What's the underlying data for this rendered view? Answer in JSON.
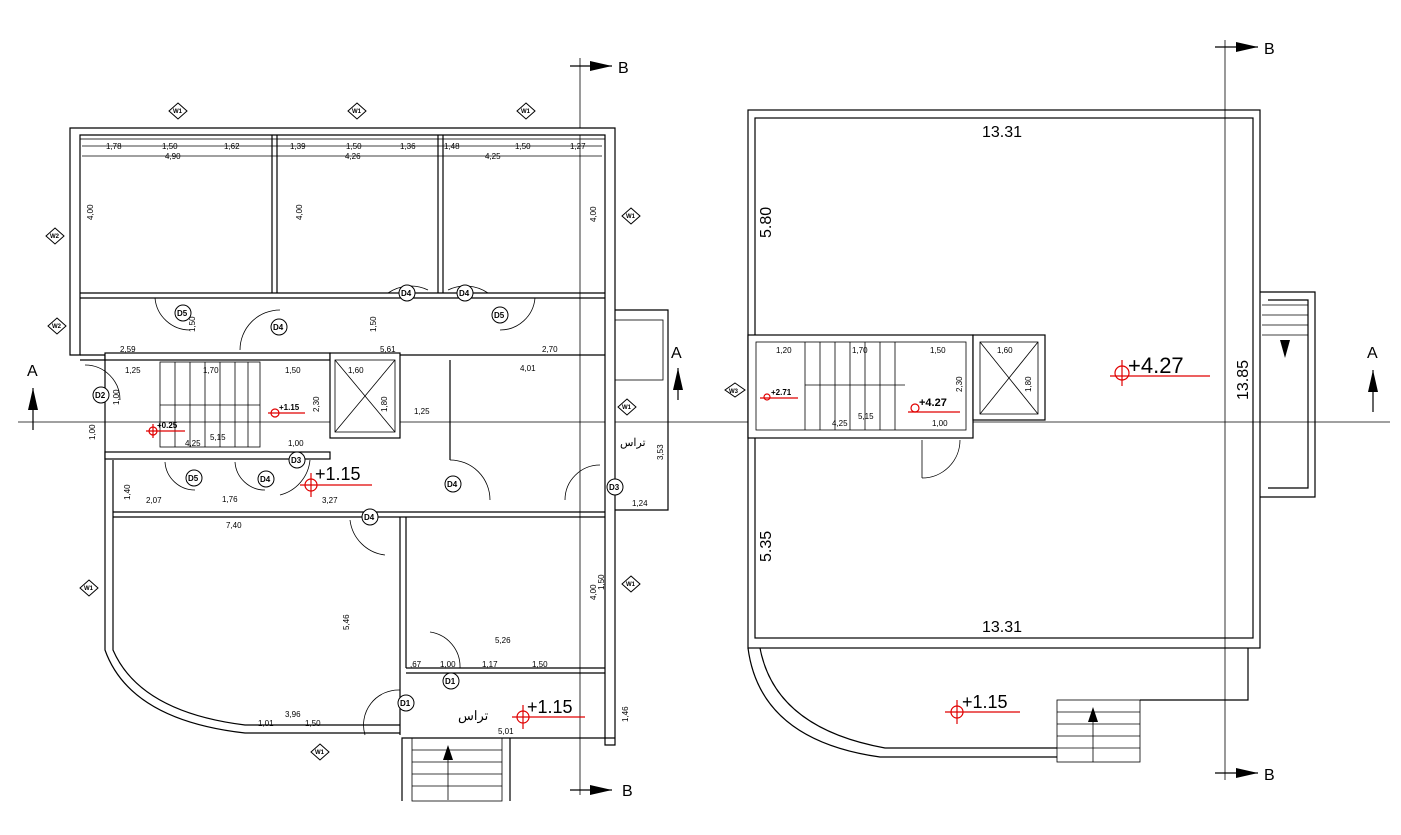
{
  "section_labels": {
    "a": "A",
    "b": "B"
  },
  "ground_floor": {
    "dims_top": [
      "1,78",
      "1,50",
      "1,62",
      "1,39",
      "1,50",
      "1,36",
      "1,48",
      "1,50",
      "1,27"
    ],
    "dims_rooms": [
      "4,90",
      "4,26",
      "4,25"
    ],
    "dims_misc": [
      "4,00",
      "4,00",
      "4,00",
      "1,50",
      "1,50",
      "2,59",
      "5,61",
      "2,70",
      "1,25",
      "1,70",
      "1,50",
      "1,60",
      "4,01",
      "2,30",
      "1,80",
      "1,25",
      "4,25",
      "5,15",
      "1,00",
      "1,00",
      "1,00",
      "2,07",
      "1,76",
      "3,27",
      "1,40",
      "7,40",
      "5,46",
      "5,26",
      "3,96",
      "1,01",
      "1,50",
      "5,01",
      ",67",
      "1,00",
      "1,17",
      "1,50",
      "1,46",
      "3,53",
      "1,24",
      "4,00",
      "1,50"
    ],
    "levels": [
      "+0.25",
      "+1.15",
      "+1.15",
      "+1.15"
    ],
    "terrace_label": "تراس",
    "door_tags": [
      "D1",
      "D1",
      "D2",
      "D3",
      "D3",
      "D4",
      "D4",
      "D4",
      "D4",
      "D4",
      "D4",
      "D5",
      "D5",
      "D5"
    ],
    "window_tags": [
      "W1",
      "W1",
      "W1",
      "W1",
      "W1",
      "W1",
      "W1",
      "W1",
      "W2",
      "W2"
    ]
  },
  "roof_floor": {
    "dims": [
      "13.31",
      "13.31",
      "5.80",
      "5.35",
      "13.85"
    ],
    "stair_dims": [
      "1,20",
      "1,70",
      "1,50",
      "1,60",
      "2,30",
      "1,80",
      "4,25",
      "5,15",
      "1,00"
    ],
    "levels": [
      "+4.27",
      "+4.27",
      "+2.71",
      "+1.15"
    ],
    "window_tag": "W3"
  },
  "colors": {
    "lines": "#000000",
    "level_marker": "#e00000"
  }
}
